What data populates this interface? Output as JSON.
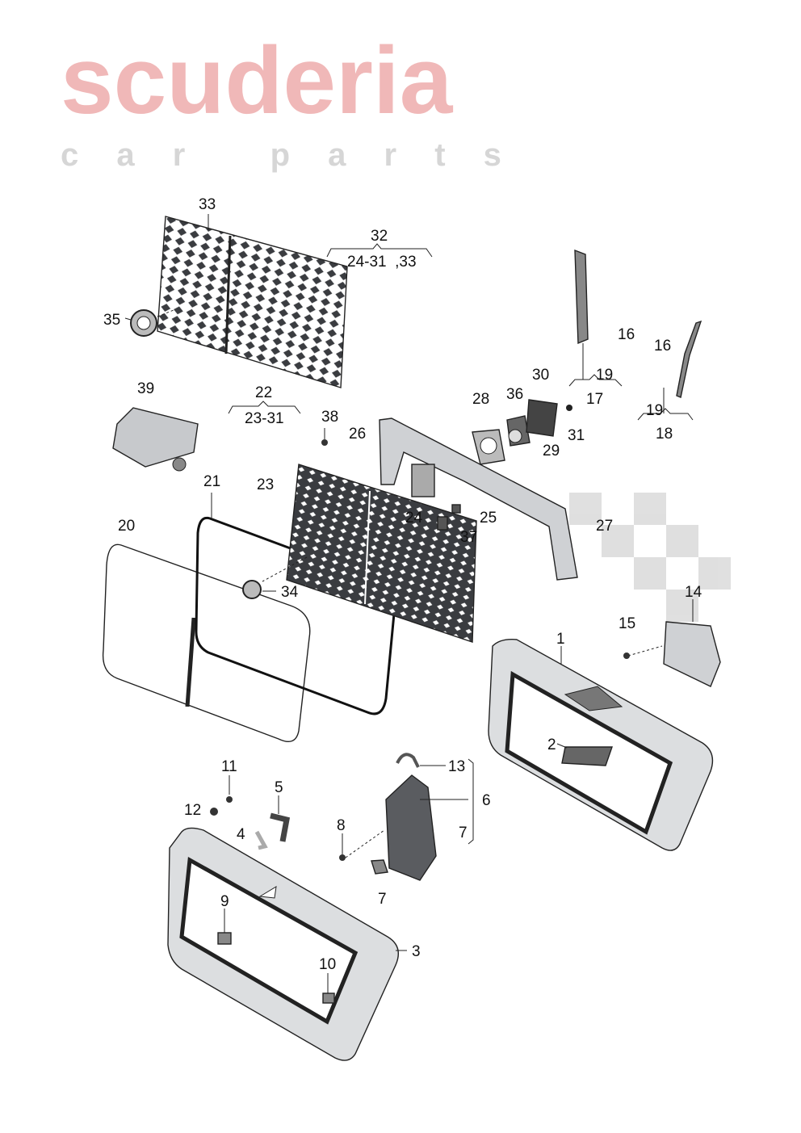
{
  "watermark": {
    "brand": "scuderia",
    "sub": "c a r   p a r t s"
  },
  "colors": {
    "part_fill": "#d8dadc",
    "mesh": "#3a3c40",
    "watermark": "#f0b8b8",
    "checker": "#d8d8d8"
  },
  "labels": {
    "l33": "33",
    "l32": "32",
    "l32_range": "24-31  ,33",
    "l35": "35",
    "l16a": "16",
    "l19a": "19",
    "l17": "17",
    "l16b": "16",
    "l19b": "19",
    "l18": "18",
    "l39": "39",
    "l22": "22",
    "l22_range": "23-31",
    "l38": "38",
    "l28": "28",
    "l36": "36",
    "l30": "30",
    "l31": "31",
    "l29": "29",
    "l26": "26",
    "l21": "21",
    "l23": "23",
    "l24": "24",
    "l25": "25",
    "l37": "37",
    "l27": "27",
    "l20": "20",
    "l34": "34",
    "l14": "14",
    "l15": "15",
    "l1": "1",
    "l2": "2",
    "l11": "11",
    "l12": "12",
    "l5": "5",
    "l4": "4",
    "l13": "13",
    "l6": "6",
    "l7a": "7",
    "l8": "8",
    "l7b": "7",
    "l9": "9",
    "l3": "3",
    "l10": "10"
  }
}
